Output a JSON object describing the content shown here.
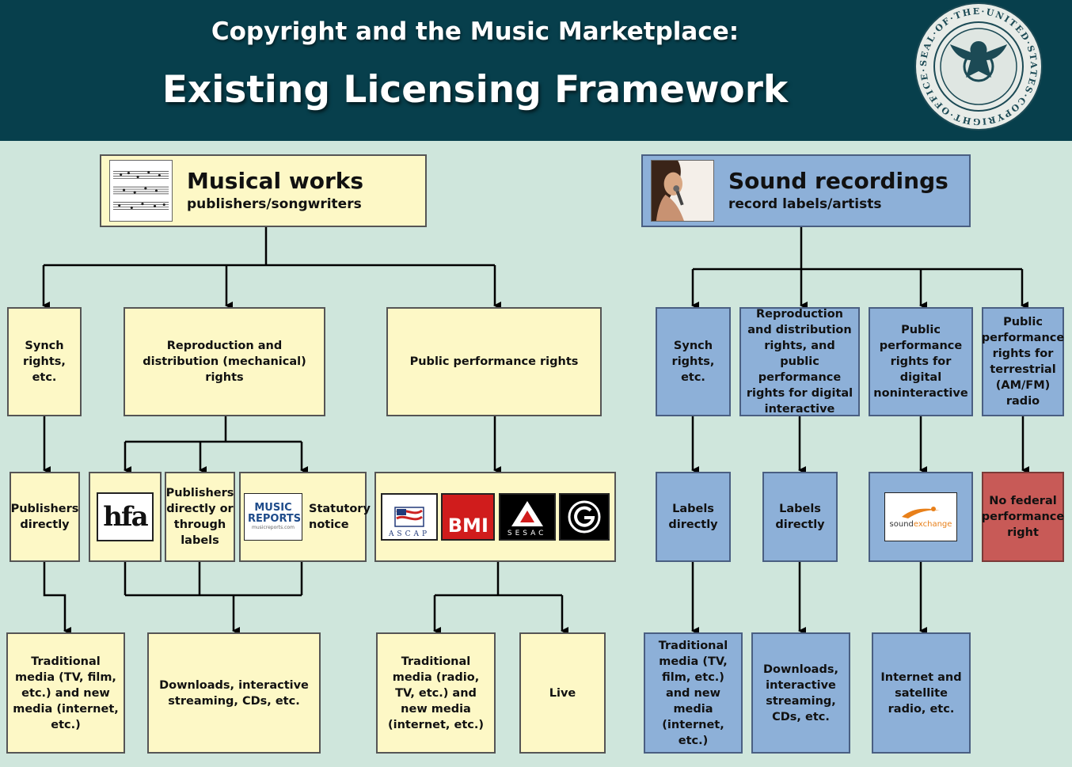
{
  "header": {
    "title_line1": "Copyright and the Music Marketplace:",
    "title_line2": "Existing Licensing Framework",
    "seal_text": "SEAL·OF·THE·UNITED·STATES·COPYRIGHT·OFFICE·1870"
  },
  "musical_works": {
    "title": "Musical works",
    "subtitle": "publishers/songwriters",
    "rights": {
      "synch": "Synch rights, etc.",
      "mechanical": "Reproduction and distribution (mechanical) rights",
      "performance": "Public performance rights"
    },
    "licensors": {
      "publishers_directly": "Publishers directly",
      "hfa_logo": "hfa",
      "publishers_through_labels": "Publishers directly or through labels",
      "music_reports_logo": "MUSIC REPORTS",
      "music_reports_small": "musicreports.com",
      "statutory_notice": "Statutory notice",
      "ascap_logo": "ASCAP",
      "bmi_logo": "BMI",
      "sesac_logo": "SESAC"
    },
    "uses": {
      "traditional_media": "Traditional media (TV, film, etc.) and new media (internet, etc.)",
      "downloads": "Downloads, interactive streaming, CDs, etc.",
      "traditional_radio": "Traditional media (radio, TV, etc.) and new media (internet, etc.)",
      "live": "Live"
    }
  },
  "sound_recordings": {
    "title": "Sound recordings",
    "subtitle": "record labels/artists",
    "rights": {
      "synch": "Synch rights, etc.",
      "reproduction": "Reproduction and distribution rights, and public performance rights for digital interactive",
      "noninteractive": "Public performance rights for digital noninteractive",
      "terrestrial": "Public performance rights for terrestrial (AM/FM) radio"
    },
    "licensors": {
      "labels_synch": "Labels directly",
      "labels_reproduction": "Labels directly",
      "soundexchange_logo_a": "sound",
      "soundexchange_logo_b": "exchange",
      "no_federal": "No federal performance right"
    },
    "uses": {
      "traditional_media": "Traditional media (TV, film, etc.) and new media (internet, etc.)",
      "downloads": "Downloads, interactive streaming, CDs, etc.",
      "internet_satellite": "Internet and satellite radio, etc."
    }
  },
  "colors": {
    "header_bg": "#073f4c",
    "background": "#cfe6dc",
    "musical_box": "#fdf8c6",
    "sound_box": "#8db0d8",
    "no_right_box": "#c85a57"
  }
}
